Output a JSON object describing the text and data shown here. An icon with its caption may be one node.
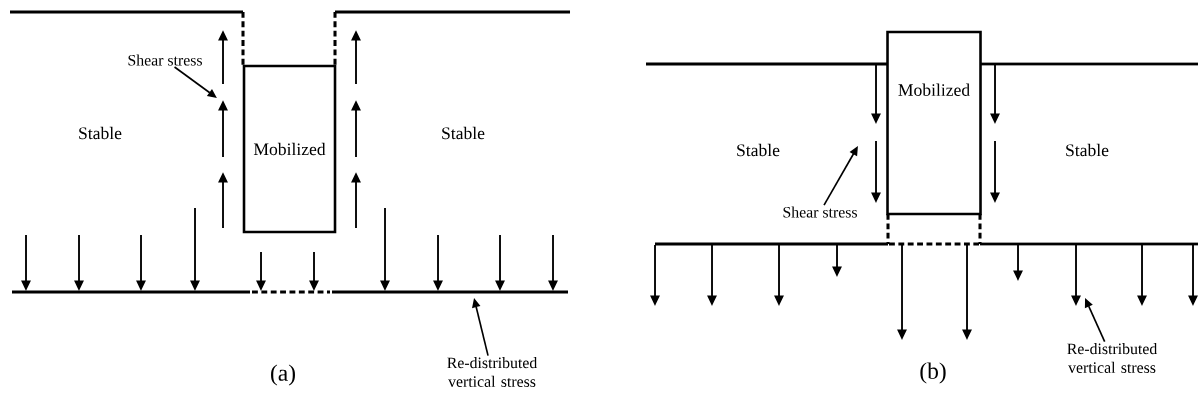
{
  "diagram": {
    "nodes": [
      {
        "text": [
          "Mobilized"
        ]
      },
      {
        "text": [
          "Shear stress"
        ]
      },
      {
        "text": [
          "Re-distributed vertical stress"
        ]
      },
      {
        "text": [
          "Mobilized"
        ]
      },
      {
        "text": [
          "Shear stress"
        ]
      },
      {
        "text": [
          "Re-distributed vertical stress"
        ]
      }
    ],
    "edges": [
      {
        "from": 1,
        "to": null,
        "arrow": "to"
      },
      {
        "from": 2,
        "to": null,
        "arrow": "to"
      },
      {
        "from": 4,
        "to": null,
        "arrow": "to"
      },
      {
        "from": 5,
        "to": null,
        "arrow": "to"
      }
    ],
    "labels": [
      "Stable",
      "Stable",
      "(a)",
      "Stable",
      "Stable",
      "(b)"
    ]
  }
}
